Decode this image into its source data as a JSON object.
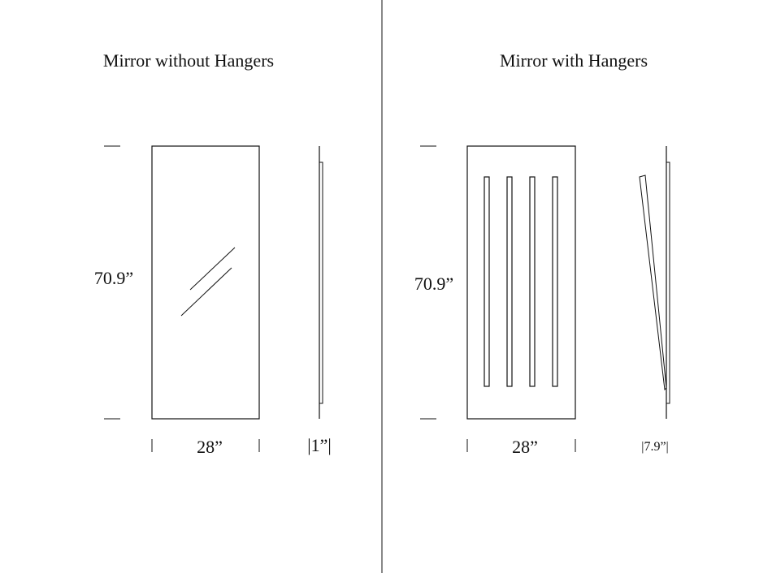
{
  "left_panel": {
    "title": "Mirror without Hangers",
    "height_label": "70.9”",
    "width_label": "28”",
    "depth_label": "|1”|"
  },
  "right_panel": {
    "title": "Mirror with Hangers",
    "height_label": "70.9”",
    "width_label": "28”",
    "depth_label": "|7.9”|",
    "hanger_count": 4
  },
  "colors": {
    "ink": "#111111",
    "background": "#ffffff"
  }
}
